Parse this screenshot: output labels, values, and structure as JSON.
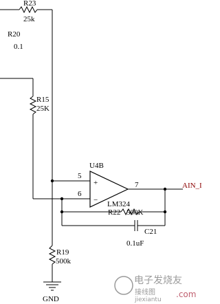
{
  "components": {
    "r23": {
      "ref": "R23",
      "value": "25k"
    },
    "r20": {
      "ref": "R20",
      "value": "0.1"
    },
    "r15": {
      "ref": "R15",
      "value": "25K"
    },
    "u4b": {
      "ref": "U4B",
      "part": "LM324",
      "plus_symbol": "+",
      "minus_symbol": "−",
      "pin_plus": "5",
      "pin_minus": "6",
      "pin_out": "7"
    },
    "r22": {
      "ref": "R22",
      "value": "500K"
    },
    "c21": {
      "ref": "C21",
      "value": "0.1uF"
    },
    "r19": {
      "ref": "R19",
      "value": "500k"
    }
  },
  "nets": {
    "output": "AIN_I",
    "ground": "GND"
  },
  "watermark": {
    "cn": "电子发烧友",
    "cn2": "接线图",
    "en": "jiexiantu",
    "suffix": ".com"
  },
  "colors": {
    "wire": "#000000",
    "net_label": "#8b0000",
    "watermark": "#9a9a9a",
    "watermark_accent": "#c06070"
  }
}
